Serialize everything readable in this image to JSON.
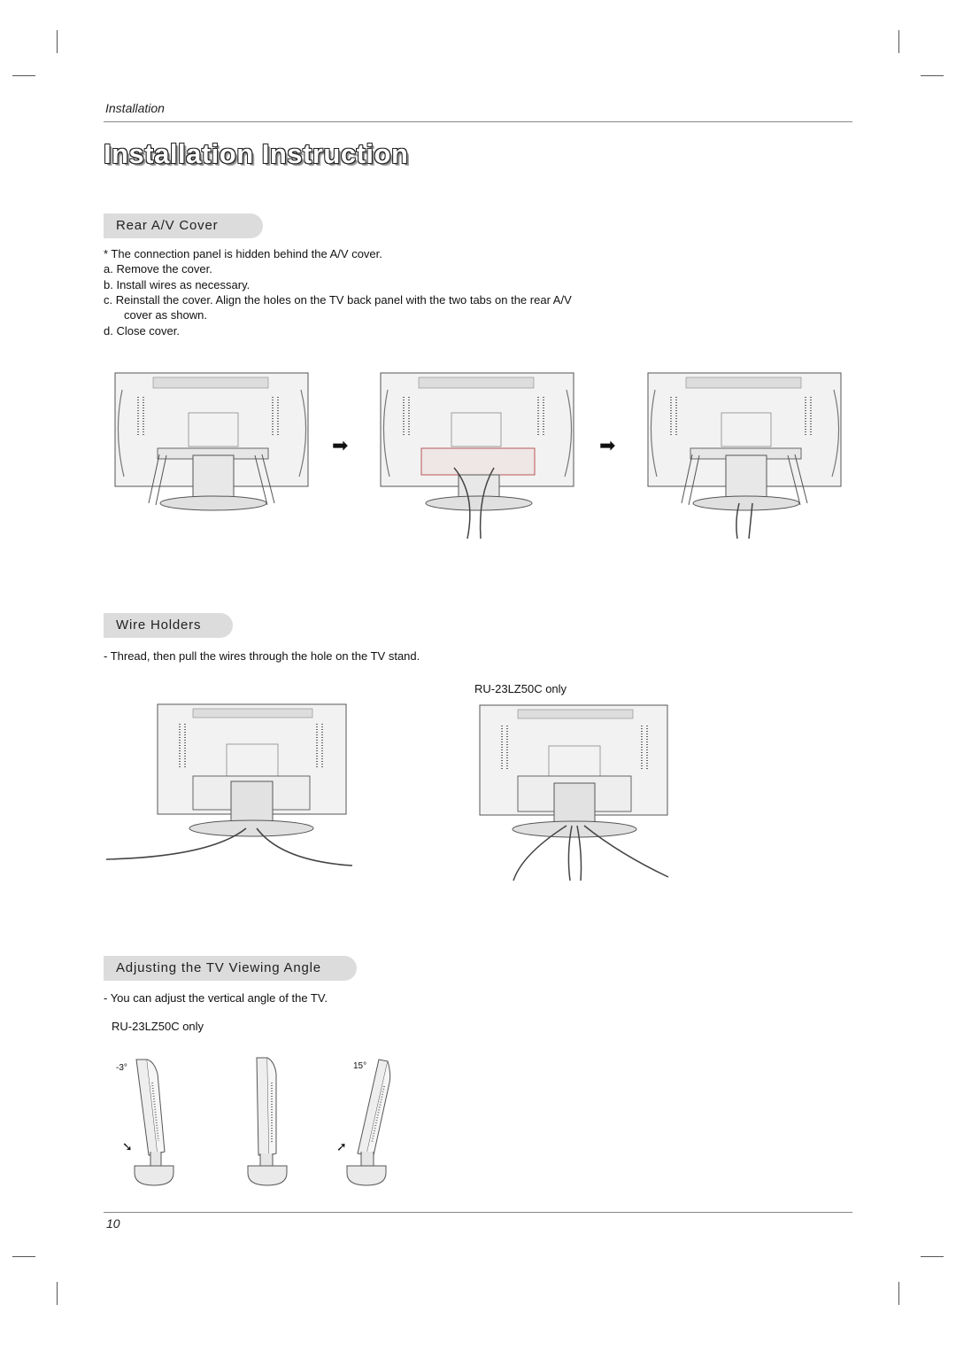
{
  "header": {
    "running_title": "Installation"
  },
  "page_title": "Installation Instruction",
  "sections": {
    "rear_av_cover": {
      "heading": "Rear A/V Cover",
      "lines": [
        "* The connection panel is hidden behind the A/V cover.",
        "a. Remove the cover.",
        "b. Install wires as necessary.",
        "c. Reinstall the cover. Align the holes on the TV back panel with the two tabs on the rear A/V",
        "cover as shown.",
        "d. Close cover."
      ]
    },
    "wire_holders": {
      "heading": "Wire Holders",
      "lines": [
        "- Thread, then pull the wires through the hole on the TV stand."
      ],
      "model_note": "RU-23LZ50C only"
    },
    "viewing_angle": {
      "heading": "Adjusting the TV Viewing Angle",
      "lines": [
        "- You can adjust the vertical angle of the TV."
      ],
      "model_note": "RU-23LZ50C only",
      "angle_labels": [
        "-3°",
        "15°"
      ]
    }
  },
  "footer": {
    "page_number": "10"
  },
  "icons": [
    "arrow-right-icon",
    "arrow-down-right-icon",
    "arrow-up-left-icon"
  ]
}
